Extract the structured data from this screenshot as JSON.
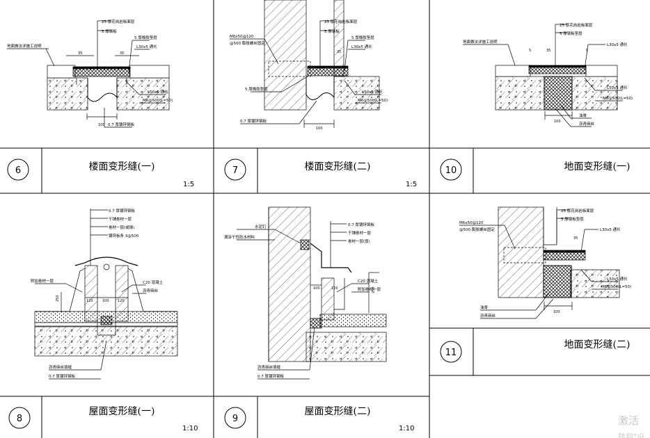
{
  "details": [
    {
      "number": "6",
      "title": "楼面变形缝(一)",
      "scale": "1:5",
      "labels": {
        "top1": "25 厚花岗岩板面层",
        "top2": "5 厚钢板",
        "left": "地面做法详施工说明",
        "right1": "5 厚橡胶垫层",
        "right2": "L30x5 通长",
        "right3": "L50x5 通长",
        "right4": "M6@500(L=50)",
        "bottom": "0.7 厚镀锌钢板",
        "dim1": "35",
        "dim2": "35",
        "dim3": "100"
      }
    },
    {
      "number": "7",
      "title": "楼面变形缝(二)",
      "scale": "1:5",
      "labels": {
        "top1": "25 厚花岗岩板面层",
        "top2": "5 厚钢板",
        "left1": "M6x50@120",
        "left2": "@500 膨胀螺丝固定",
        "right1": "5 厚橡胶垫层",
        "right2": "L30x5 通长",
        "mid": "5 厚橡胶垫层",
        "right3": "L50x5 通长",
        "right4": "M6@500(L=50)",
        "bottom": "0.7 厚镀锌钢板",
        "dim1": "35",
        "dim2": "100"
      }
    },
    {
      "number": "10",
      "title": "地面变形缝(一)",
      "scale": "",
      "labels": {
        "top1": "25 厚花岗岩板面层",
        "top2": "5 厚钢板垫层",
        "left": "地面做法详施工说明",
        "right1": "L30x5 通长",
        "right2": "L50x5 通长",
        "right3": "M6@500(L=50)",
        "bottom1": "油膏",
        "bottom2": "沥青麻丝",
        "dim1": "5",
        "dim2": "35",
        "dim3": "5",
        "dim4": "100"
      }
    },
    {
      "number": "8",
      "title": "屋面变形缝(一)",
      "scale": "1:10",
      "labels": {
        "top1": "0.7 厚镀锌钢板",
        "top2": "干铺卷材一层",
        "top3": "卷材一层(或钢)",
        "top4": "镀锌板条 3@500",
        "left": "附加卷材一层",
        "right1": "C20 混凝土",
        "right2": "沥青麻丝",
        "bottom1": "沥青麻丝填缝",
        "bottom2": "0.7 厚镀锌钢板",
        "dim1": "120",
        "dim2": "100",
        "dim3": "120",
        "dim4": "250"
      }
    },
    {
      "number": "9",
      "title": "屋面变形缝(二)",
      "scale": "1:10",
      "labels": {
        "top1": "0.7 厚镀锌钢板",
        "top2": "干铺卷材一层",
        "top3": "卷材一层(厚)",
        "left1": "水泥钉",
        "left2": "满涂干性防水材料",
        "right1": "C20 混凝土",
        "right2": "附加卷材一层",
        "bottom1": "沥青麻丝填缝",
        "bottom2": "0.7 厚镀锌钢板",
        "dim1": "100",
        "dim2": "120",
        "dim3": "250"
      }
    },
    {
      "number": "11",
      "title": "地面变形缝(二)",
      "scale": "",
      "labels": {
        "top1": "25 厚花岗岩板面层",
        "top2": "5 厚钢板垫层",
        "left1": "M6x50@120",
        "left2": "@500 膨胀螺丝固定",
        "right1": "L30x5 通长",
        "right2": "L50x5 通长",
        "right3": "M6@500(L=50)",
        "bottom1": "油膏",
        "bottom2": "沥青麻丝",
        "dim1": "35",
        "dim2": "100"
      }
    }
  ],
  "watermark": {
    "line1": "激活",
    "line2": "转到\"设"
  },
  "colors": {
    "line": "#000000",
    "paper": "#ffffff",
    "watermark": "#c9c9c9"
  }
}
